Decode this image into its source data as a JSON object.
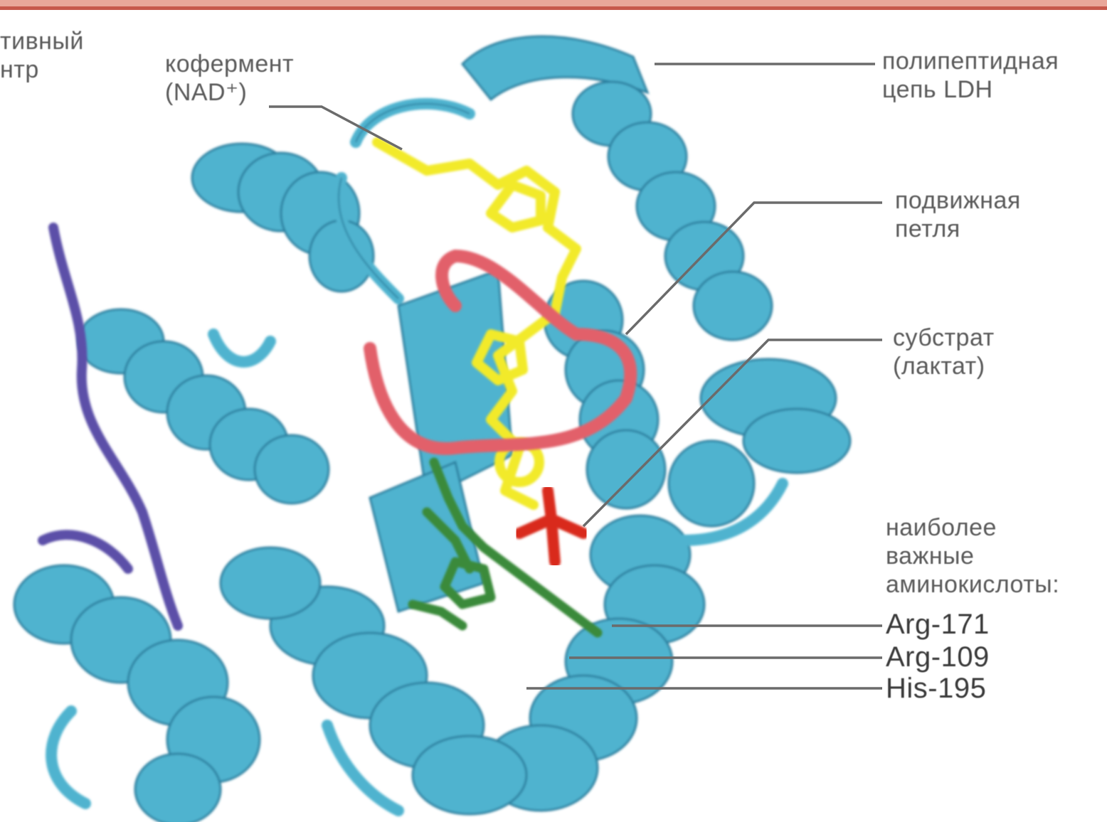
{
  "labels": {
    "active_center": {
      "line1": "тивный",
      "line2": "нтр"
    },
    "coenzyme": {
      "line1": "кофермент",
      "line2": "(NAD⁺)"
    },
    "polypeptide": {
      "line1": "полипептидная",
      "line2": "цепь LDH"
    },
    "mobile_loop": {
      "line1": "подвижная",
      "line2": "петля"
    },
    "substrate": {
      "line1": "субстрат",
      "line2": "(лактат)"
    },
    "important_aa": {
      "line1": "наиболее",
      "line2": "важные",
      "line3": "аминокислоты:"
    },
    "residues": [
      "Arg-171",
      "Arg-109",
      "His-195"
    ]
  },
  "colors": {
    "protein": "#4fb3cf",
    "protein_dark": "#2b7f9f",
    "n_terminus": "#5b4fa8",
    "coenzyme": "#f2ea2a",
    "loop": "#e2606a",
    "substrate": "#d92a1c",
    "residues": "#3a8a3a"
  }
}
